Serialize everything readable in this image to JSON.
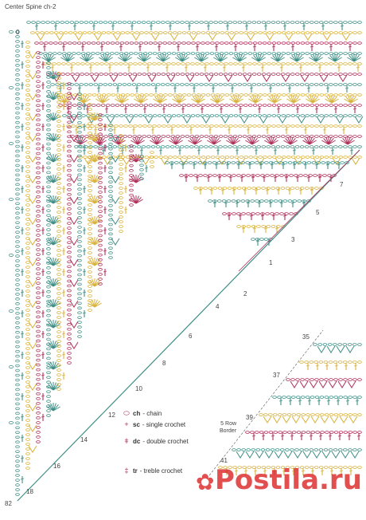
{
  "title": "Center Spine ch-2",
  "page_number": "82",
  "border_label_line1": "5 Row",
  "border_label_line2": "Border",
  "legend": [
    {
      "abbr": "ch",
      "text": " - chain",
      "symbol": "oval"
    },
    {
      "abbr": "sc",
      "text": " - single crochet",
      "symbol": "plus"
    },
    {
      "abbr": "dc",
      "text": " - double crochet",
      "symbol": "dc"
    },
    {
      "abbr": "tr",
      "text": " - treble crochet",
      "symbol": "tr"
    }
  ],
  "row_numbers": {
    "main": [
      "0",
      "1",
      "3",
      "5",
      "7",
      "2",
      "4",
      "6",
      "8",
      "10",
      "12",
      "14",
      "16",
      "18"
    ],
    "border": [
      "35",
      "37",
      "39",
      "41"
    ]
  },
  "colors": {
    "teal": "#3f8f86",
    "yellow": "#d9b23a",
    "magenta": "#b0305a",
    "text": "#333333",
    "watermark": "#dc2828"
  },
  "watermark": "Postila.ru",
  "watermark_icon": "flower-icon"
}
